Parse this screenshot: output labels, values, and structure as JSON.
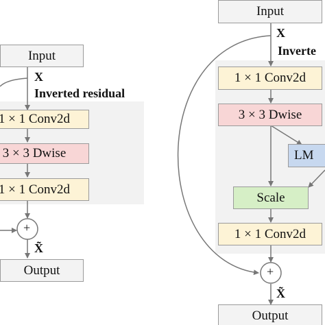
{
  "left": {
    "input_label": "Input",
    "x_label": "X",
    "block_title": "Inverted residual",
    "conv1_label": "1 × 1  Conv2d",
    "dwise_label": "3 × 3  Dwise",
    "conv2_label": "1 × 1  Conv2d",
    "add_symbol": "+",
    "xtilde_label": "X̃",
    "output_label": "Output"
  },
  "right": {
    "input_label": "Input",
    "x_label": "X",
    "block_title": "Inverte",
    "conv1_label": "1 × 1  Conv2d",
    "dwise_label": "3 × 3  Dwise",
    "lm_label": "LM",
    "scale_label": "Scale",
    "conv2_label": "1 × 1  Conv2d",
    "add_symbol": "+",
    "xtilde_label": "X̃",
    "output_label": "Output"
  }
}
